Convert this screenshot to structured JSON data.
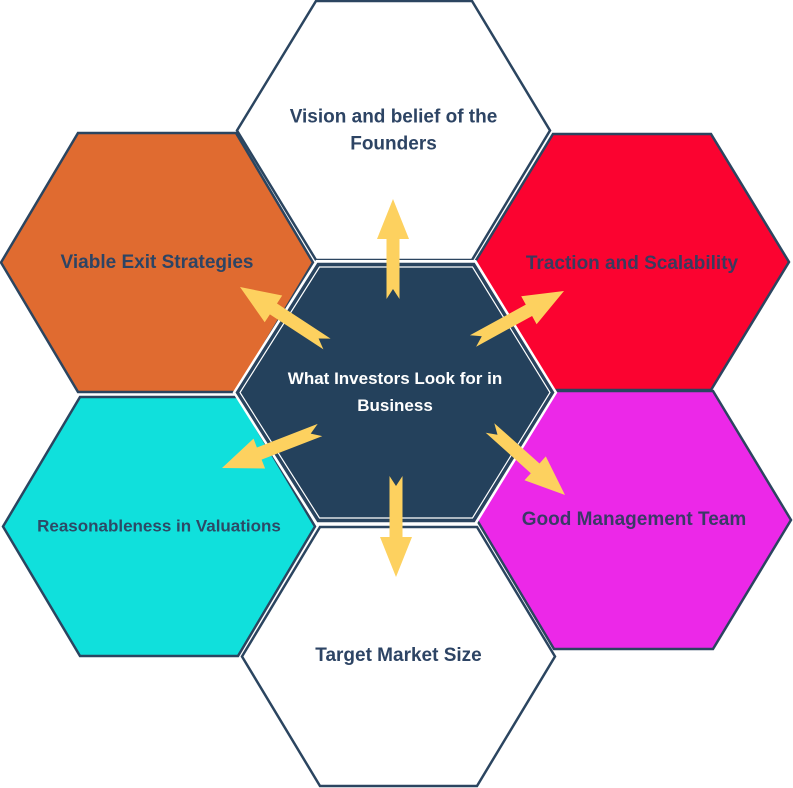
{
  "diagram": {
    "title": "What Investors Look for in Business",
    "center": {
      "label_lines": [
        "What Investors Look for in",
        "Business"
      ],
      "fill": "#24415c",
      "text_color": "#ffffff"
    },
    "nodes": [
      {
        "id": "top",
        "label_lines": [
          "Vision and belief of the",
          "Founders"
        ],
        "fill": "#ffffff",
        "text_color": "#2d4464"
      },
      {
        "id": "upper-left",
        "label_lines": [
          "Viable Exit Strategies"
        ],
        "fill": "#e06b30",
        "text_color": "#2d4464"
      },
      {
        "id": "upper-right",
        "label_lines": [
          "Traction and Scalability"
        ],
        "fill": "#fb0330",
        "text_color": "#3a3a5e"
      },
      {
        "id": "lower-left",
        "label_lines": [
          "Reasonableness in Valuations"
        ],
        "fill": "#10e0dc",
        "text_color": "#2d4a66"
      },
      {
        "id": "lower-right",
        "label_lines": [
          "Good Management Team"
        ],
        "fill": "#ec28e8",
        "text_color": "#3a3a66"
      },
      {
        "id": "bottom",
        "label_lines": [
          "Target Market Size"
        ],
        "fill": "#ffffff",
        "text_color": "#2d4464"
      }
    ],
    "border_color": "#2b4560",
    "arrow_color": "#fdd15f"
  }
}
